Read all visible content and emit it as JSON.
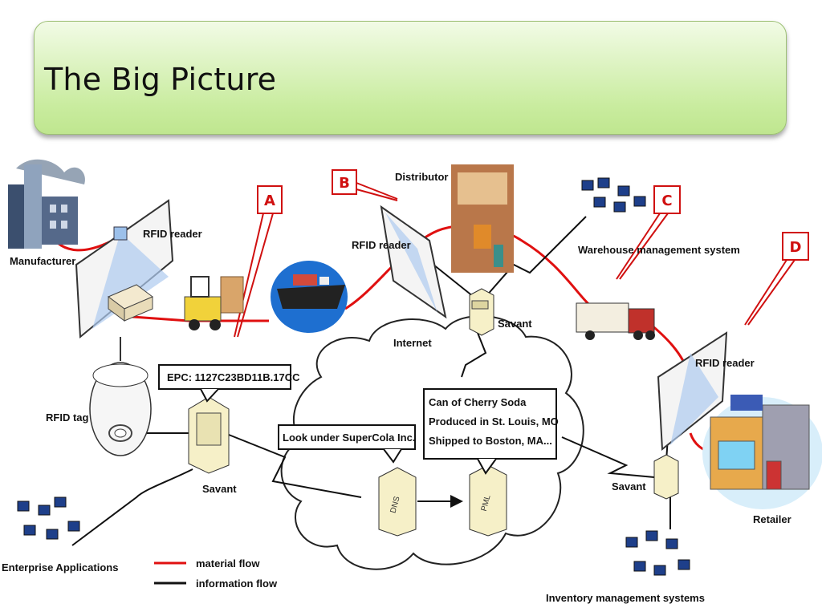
{
  "slide": {
    "title": "The Big Picture"
  },
  "labels": {
    "manufacturer": "Manufacturer",
    "rfid_reader_1": "RFID reader",
    "rfid_reader_2": "RFID reader",
    "rfid_reader_3": "RFID reader",
    "distributor": "Distributor",
    "savant_1": "Savant",
    "savant_2": "Savant",
    "savant_3": "Savant",
    "internet": "Internet",
    "warehouse": "Warehouse management system",
    "retailer": "Retailer",
    "rfid_tag": "RFID tag",
    "enterprise": "Enterprise Applications",
    "inventory": "Inventory management systems"
  },
  "callouts": {
    "epc": "EPC: 1127C23BD11B.17CC",
    "supercola": "Look under SuperCola  Inc.",
    "cherry_lines": [
      "Can of Cherry Soda",
      "Produced in St. Louis, MO",
      "Shipped to Boston, MA..."
    ],
    "dns": "DNS",
    "pml": "PML"
  },
  "letters": [
    "A",
    "B",
    "C",
    "D"
  ],
  "legend": {
    "material": "material flow",
    "information": "information flow",
    "material_color": "#e01010",
    "information_color": "#111111"
  }
}
